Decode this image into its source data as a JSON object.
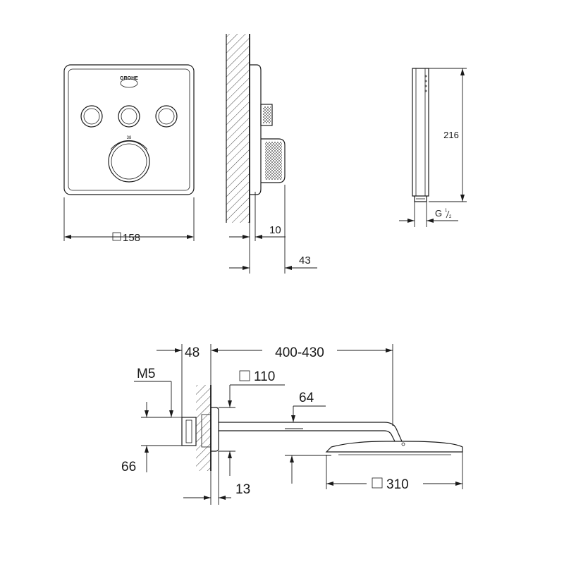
{
  "brand": {
    "logo_text": "GROHE"
  },
  "top_views": {
    "front": {
      "width_label": "158",
      "scale_mark": "38"
    },
    "side": {
      "projection_label": "10",
      "depth_label": "43"
    },
    "hand_shower": {
      "length_label": "216",
      "thread_label": "G",
      "thread_num": "1",
      "thread_den": "2"
    }
  },
  "bottom_view": {
    "wall_offset_label": "48",
    "arm_length_label": "400-430",
    "thread_label": "M5",
    "flange_label": "110",
    "arm_label": "64",
    "rosette_height_label": "66",
    "wall_clearance_label": "13",
    "head_label": "310"
  },
  "colors": {
    "line": "#1a1a1a",
    "background": "#ffffff"
  }
}
